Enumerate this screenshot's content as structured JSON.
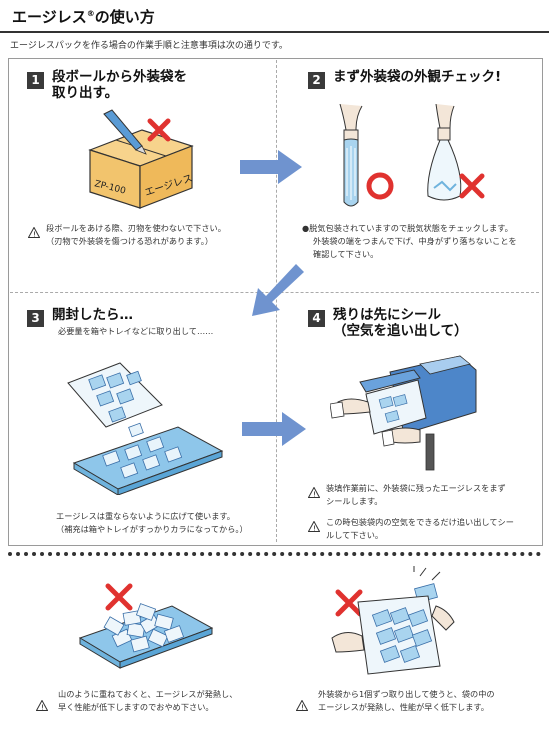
{
  "page_title": "エージレス",
  "page_title_mark": "®",
  "page_title_tail": "の使い方",
  "intro": "エージレスパックを作る場合の作業手順と注意事項は次の通りです。",
  "steps": [
    {
      "num": "1",
      "title_line1": "段ボールから外装袋を",
      "title_line2": "取り出す。",
      "box_label_left": "ZP-100",
      "box_label_right": "エージレス",
      "note_line1": "段ボールをあける際、刃物を使わないで下さい。",
      "note_line2": "（刃物で外装袋を傷つける恐れがあります。）"
    },
    {
      "num": "2",
      "title_line1": "まず外装袋の外観チェック!",
      "note_line1": "●脱気包装されていますので脱気状態をチェックします。",
      "note_line2": "外装袋の端をつまんで下げ、中身がずり落ちないことを",
      "note_line3": "確認して下さい。"
    },
    {
      "num": "3",
      "title_line1": "開封したら…",
      "subtitle": "必要量を箱やトレイなどに取り出して……",
      "note_line1": "エージレスは重ならないように広げて使います。",
      "note_line2": "（補充は箱やトレイがすっかりカラになってから。）"
    },
    {
      "num": "4",
      "title_line1": "残りは先にシール",
      "title_line2": "（空気を追い出して）",
      "note1_line1": "装填作業前に、外装袋に残ったエージレスをまず",
      "note1_line2": "シールします。",
      "note2_line1": "この時包装袋内の空気をできるだけ追い出してシー",
      "note2_line2": "ルして下さい。"
    }
  ],
  "cautions": [
    {
      "line1": "山のように重ねておくと、エージレスが発熱し、",
      "line2": "早く性能が低下しますのでおやめ下さい。"
    },
    {
      "line1": "外装袋から1個ずつ取り出して使うと、袋の中の",
      "line2": "エージレスが発熱し、性能が早く低下します。"
    }
  ],
  "colors": {
    "arrow": "#6f93cf",
    "cross": "#e0322f",
    "circle": "#e0322f",
    "box": "#f2c46d",
    "tray": "#8ec6ea"
  }
}
